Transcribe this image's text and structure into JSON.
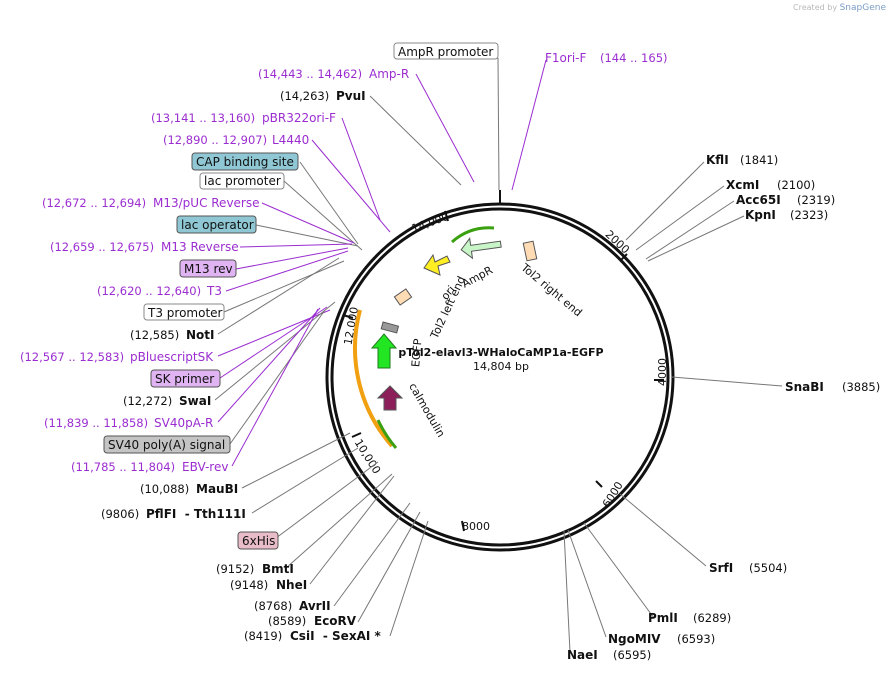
{
  "credit": {
    "prefix": "Created by",
    "brand": "SnapGene"
  },
  "plasmid": {
    "name": "pTol2-elavl3-WHaloCaMP1a-EGFP",
    "length": "14,804 bp"
  },
  "ticks": [
    "2000",
    "4000",
    "6000",
    "8000",
    "10,000",
    "12,000",
    "14,000"
  ],
  "features": [
    {
      "label": "AmpR",
      "color": "#c8f5c8"
    },
    {
      "label": "ori",
      "color": "#ffee22"
    },
    {
      "label": "Tol2 right end",
      "color": "#ffdcb4"
    },
    {
      "label": "Tol2 left end",
      "color": "#ffdcb4"
    },
    {
      "label": "EGFP",
      "color": "#22e622"
    },
    {
      "label": "calmodulin",
      "color": "#8c1f5a"
    }
  ],
  "sites": [
    {
      "name": "AmpR promoter",
      "pos": "",
      "kind": "box-white"
    },
    {
      "name": "Amp-R",
      "pos": "(14,443 .. 14,462)",
      "kind": "primer"
    },
    {
      "name": "PvuI",
      "pos": "(14,263)",
      "kind": "enzyme"
    },
    {
      "name": "pBR322ori-F",
      "pos": "(13,141 .. 13,160)",
      "kind": "primer"
    },
    {
      "name": "L4440",
      "pos": "(12,890 .. 12,907)",
      "kind": "primer"
    },
    {
      "name": "CAP binding site",
      "pos": "",
      "kind": "box-blue"
    },
    {
      "name": "lac promoter",
      "pos": "",
      "kind": "box-white"
    },
    {
      "name": "M13/pUC Reverse",
      "pos": "(12,672 .. 12,694)",
      "kind": "primer"
    },
    {
      "name": "lac operator",
      "pos": "",
      "kind": "box-blue"
    },
    {
      "name": "M13 Reverse",
      "pos": "(12,659 .. 12,675)",
      "kind": "primer"
    },
    {
      "name": "M13 rev",
      "pos": "",
      "kind": "box-purple"
    },
    {
      "name": "T3",
      "pos": "(12,620 .. 12,640)",
      "kind": "primer"
    },
    {
      "name": "T3 promoter",
      "pos": "",
      "kind": "box-white"
    },
    {
      "name": "NotI",
      "pos": "(12,585)",
      "kind": "enzyme"
    },
    {
      "name": "pBluescriptSK",
      "pos": "(12,567 .. 12,583)",
      "kind": "primer"
    },
    {
      "name": "SK primer",
      "pos": "",
      "kind": "box-purple"
    },
    {
      "name": "SwaI",
      "pos": "(12,272)",
      "kind": "enzyme"
    },
    {
      "name": "SV40pA-R",
      "pos": "(11,839 .. 11,858)",
      "kind": "primer"
    },
    {
      "name": "SV40 poly(A) signal",
      "pos": "",
      "kind": "box-gray"
    },
    {
      "name": "EBV-rev",
      "pos": "(11,785 .. 11,804)",
      "kind": "primer"
    },
    {
      "name": "MauBI",
      "pos": "(10,088)",
      "kind": "enzyme"
    },
    {
      "name": "PflFI  - Tth111I",
      "pos": "(9806)",
      "kind": "enzyme"
    },
    {
      "name": "6xHis",
      "pos": "",
      "kind": "box-pink"
    },
    {
      "name": "BmtI",
      "pos": "(9152)",
      "kind": "enzyme"
    },
    {
      "name": "NheI",
      "pos": "(9148)",
      "kind": "enzyme"
    },
    {
      "name": "AvrII",
      "pos": "(8768)",
      "kind": "enzyme"
    },
    {
      "name": "EcoRV",
      "pos": "(8589)",
      "kind": "enzyme"
    },
    {
      "name": "CsiI  - SexAI *",
      "pos": "(8419)",
      "kind": "enzyme"
    },
    {
      "name": "F1ori-F",
      "pos": "(144 .. 165)",
      "kind": "primer"
    },
    {
      "name": "KflI",
      "pos": "(1841)",
      "kind": "enzyme"
    },
    {
      "name": "XcmI",
      "pos": "(2100)",
      "kind": "enzyme"
    },
    {
      "name": "Acc65I",
      "pos": "(2319)",
      "kind": "enzyme"
    },
    {
      "name": "KpnI",
      "pos": "(2323)",
      "kind": "enzyme"
    },
    {
      "name": "SnaBI",
      "pos": "(3885)",
      "kind": "enzyme"
    },
    {
      "name": "SrfI",
      "pos": "(5504)",
      "kind": "enzyme"
    },
    {
      "name": "PmlI",
      "pos": "(6289)",
      "kind": "enzyme"
    },
    {
      "name": "NgoMIV",
      "pos": "(6593)",
      "kind": "enzyme"
    },
    {
      "name": "NaeI",
      "pos": "(6595)",
      "kind": "enzyme"
    }
  ]
}
